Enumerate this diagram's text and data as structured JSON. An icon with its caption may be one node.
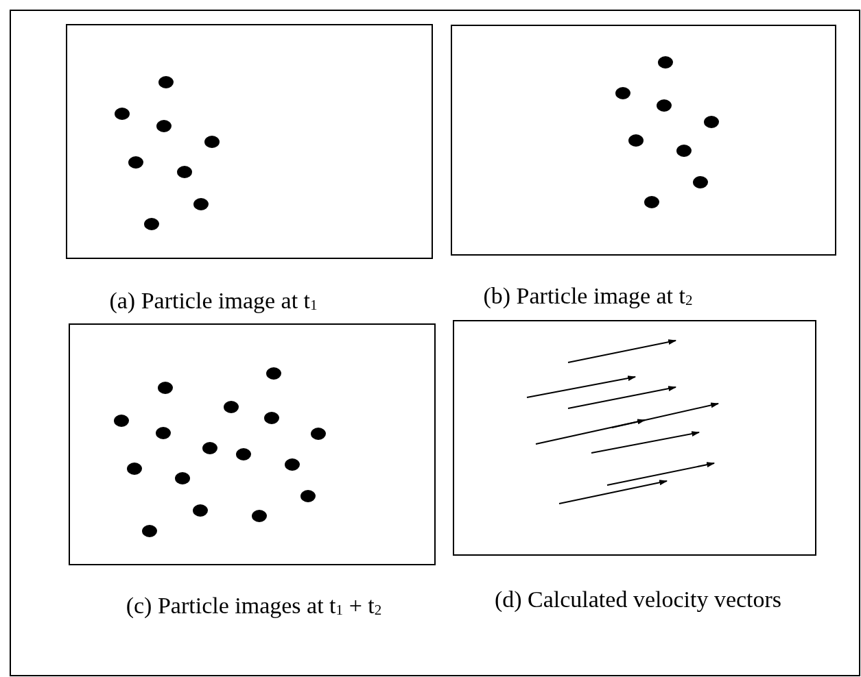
{
  "diagram": {
    "nodes": [
      {
        "text": [
          "(a) Particle image at t$_{1}$"
        ]
      },
      {
        "text": [
          "(b) Particle image at t$_{2}$"
        ]
      },
      {
        "text": [
          "(c) Particle images at t$_{1}$ + t$_{2}$"
        ]
      },
      {
        "text": [
          "(d) Calculated velocity vectors"
        ]
      }
    ]
  }
}
